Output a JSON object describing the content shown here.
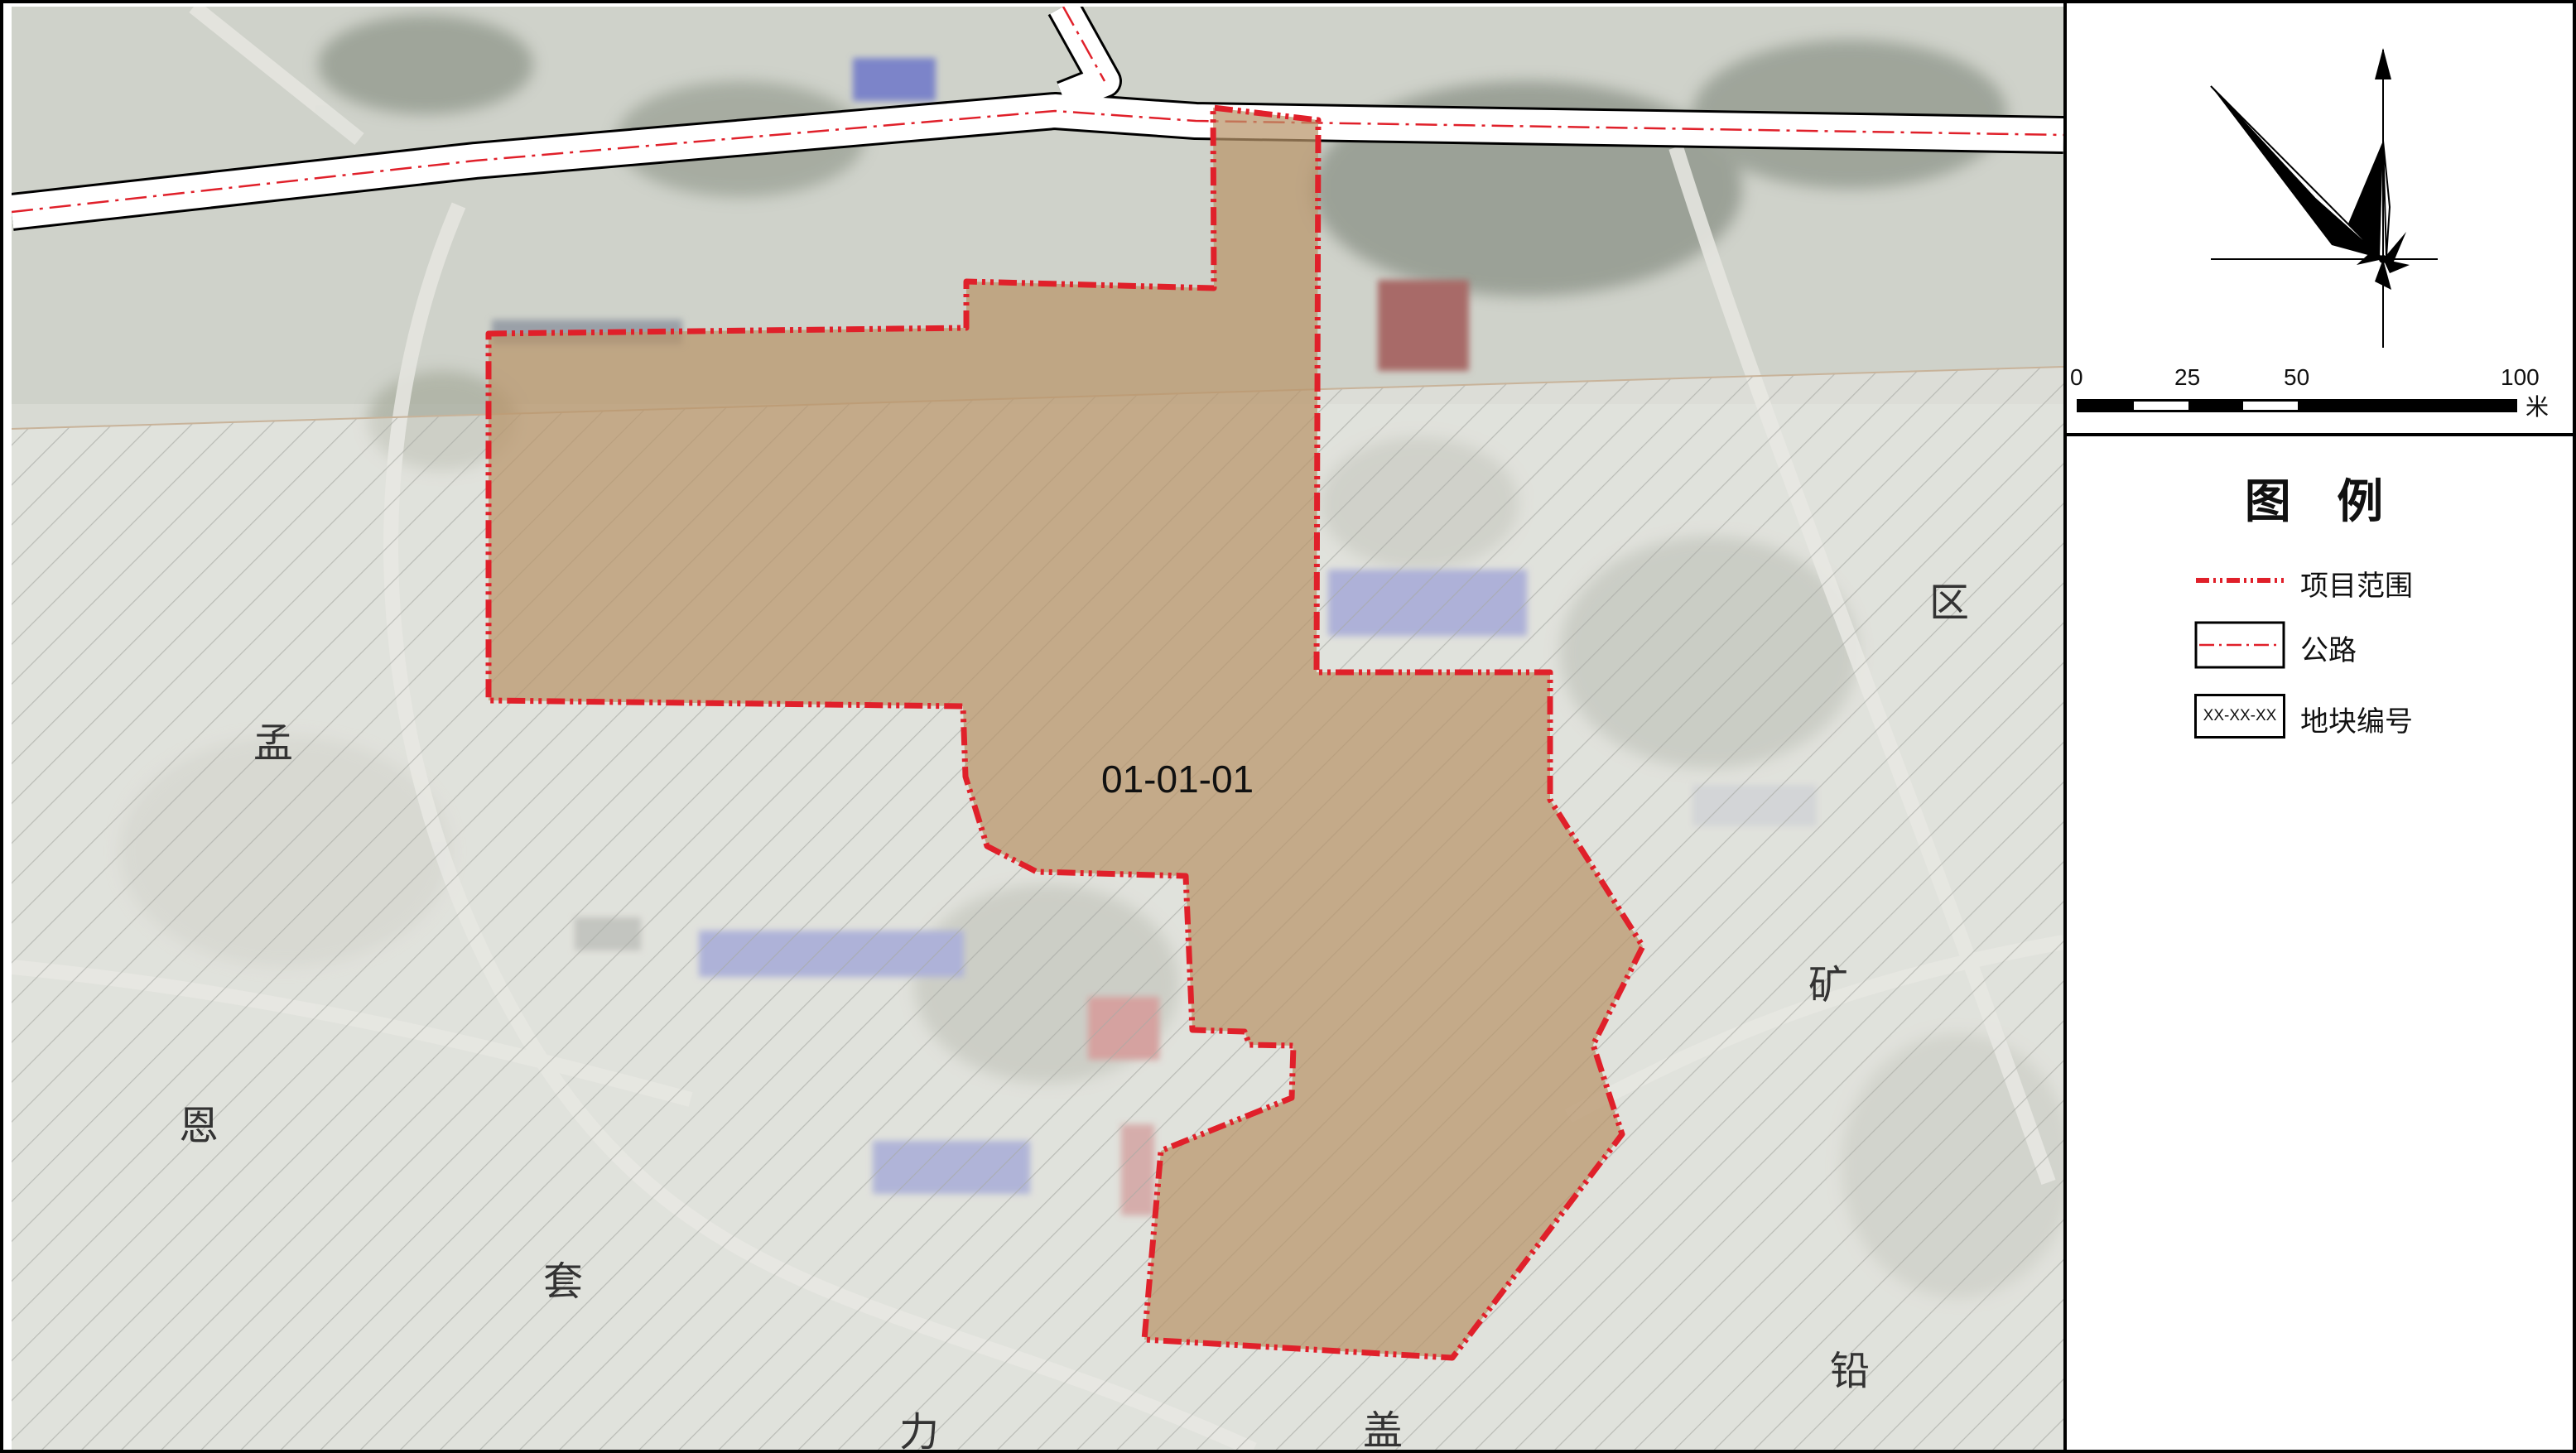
{
  "map": {
    "parcel_code": "01-01-01",
    "area_labels": [
      "孟",
      "恩",
      "套",
      "力",
      "盖",
      "铅",
      "矿",
      "区"
    ]
  },
  "scale_bar": {
    "ticks": [
      "0",
      "25",
      "50",
      "100"
    ],
    "unit": "米"
  },
  "legend": {
    "title": "图 例",
    "items": [
      {
        "label": "项目范围",
        "symbol": "red-dash-dot-line"
      },
      {
        "label": "公路",
        "symbol": "road-box"
      },
      {
        "label": "地块编号",
        "symbol": "parcel-code-box",
        "symbol_text": "XX-XX-XX"
      }
    ]
  },
  "colors": {
    "project_boundary": "#e0202a",
    "parcel_fill": "#b8946a",
    "road_centerline": "#e0202a",
    "hatch": "#a8aaa4"
  }
}
